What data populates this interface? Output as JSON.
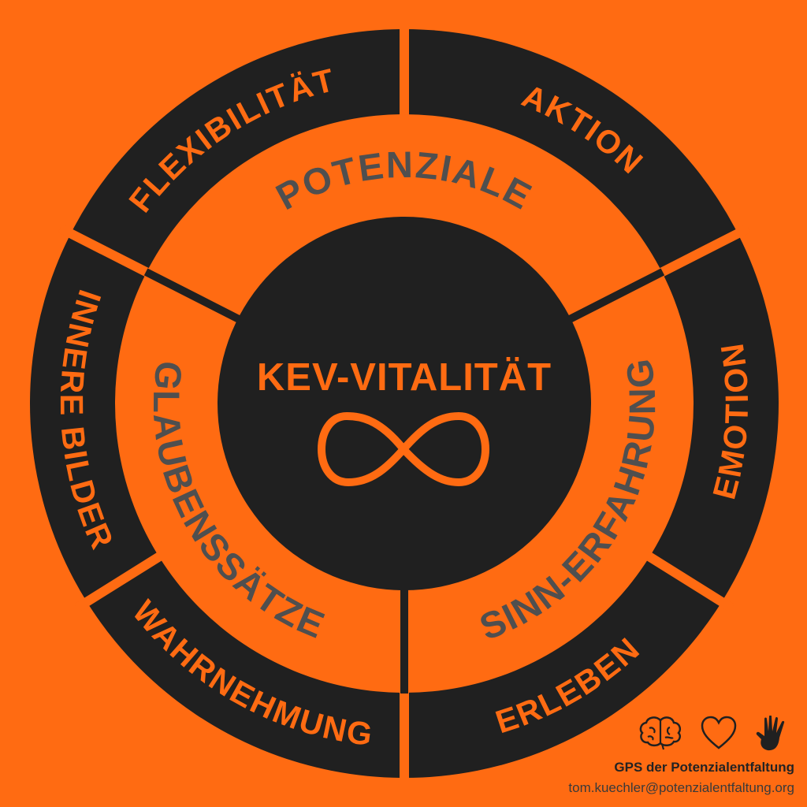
{
  "colors": {
    "orange": "#FF6B12",
    "dark": "#202020",
    "grey_text": "#4f4f4f"
  },
  "center": {
    "title": "KEV-VITALITÄT",
    "symbol": "infinity-icon"
  },
  "middle_ring": [
    {
      "label": "POTENZIALE"
    },
    {
      "label": "SINN-ERFAHRUNG"
    },
    {
      "label": "GLAUBENSSÄTZE"
    }
  ],
  "outer_ring": [
    {
      "label": "FLEXIBILITÄT"
    },
    {
      "label": "AKTION"
    },
    {
      "label": "EMOTION"
    },
    {
      "label": "ERLEBEN"
    },
    {
      "label": "WAHRNEHMUNG"
    },
    {
      "label": "INNERE BILDER"
    }
  ],
  "footer": {
    "icons": [
      "brain-icon",
      "heart-icon",
      "hand-icon"
    ],
    "title": "GPS der Potenzialentfaltung",
    "email": "tom.kuechler@potenzialentfaltung.org"
  }
}
